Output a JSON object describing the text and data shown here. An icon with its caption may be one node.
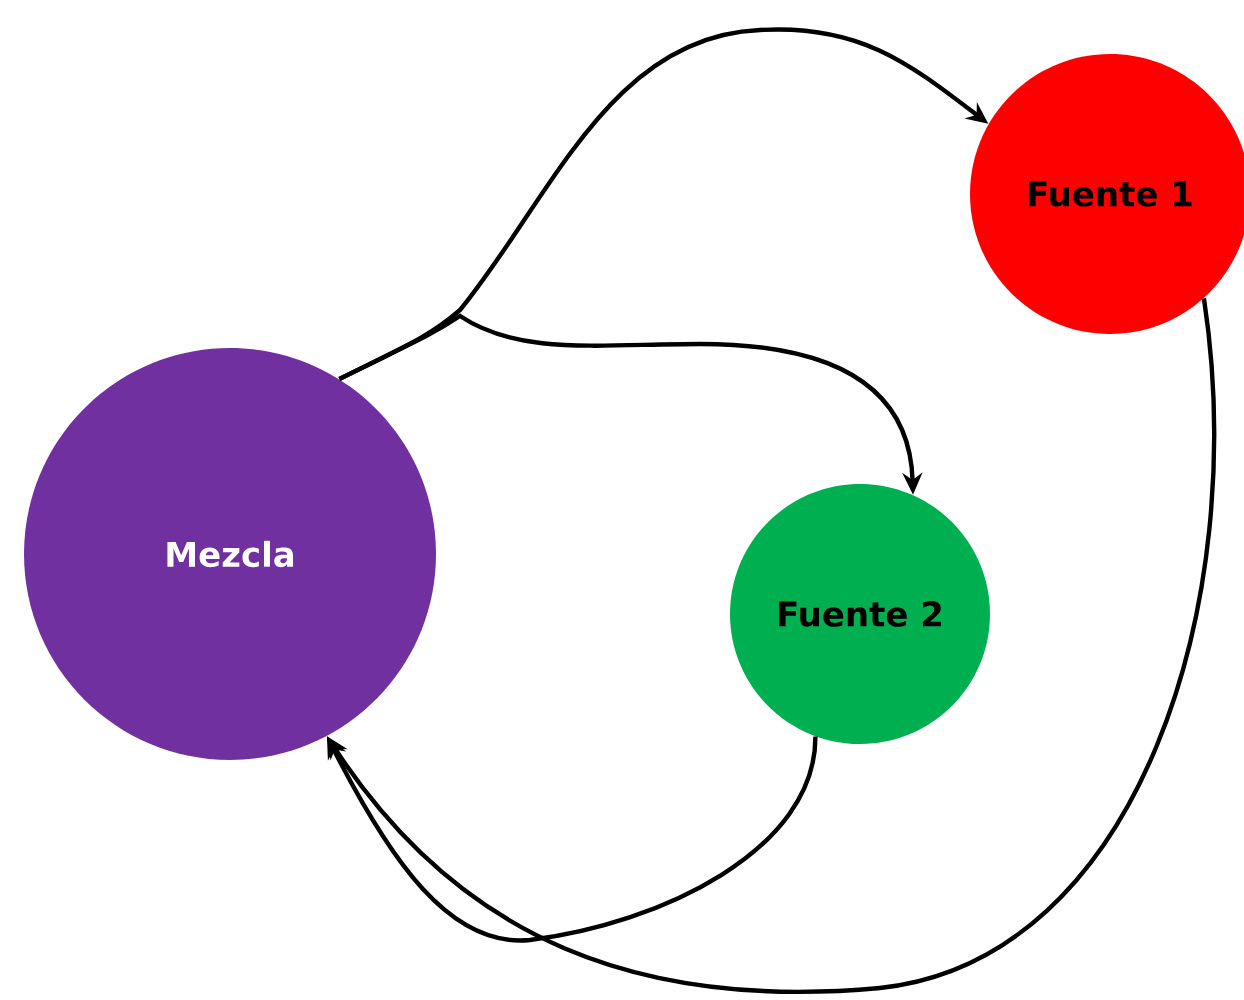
{
  "diagram": {
    "nodes": [
      {
        "text": [
          "Mezcla"
        ]
      },
      {
        "text": [
          "Fuente 1"
        ]
      },
      {
        "text": [
          "Fuente 2"
        ]
      }
    ],
    "edges": [
      {
        "from": 0,
        "to": 1,
        "arrow": "to"
      },
      {
        "from": 0,
        "to": 2,
        "arrow": "to"
      },
      {
        "from": 2,
        "to": 0,
        "arrow": "to"
      },
      {
        "from": 1,
        "to": 0,
        "arrow": "to"
      }
    ]
  }
}
